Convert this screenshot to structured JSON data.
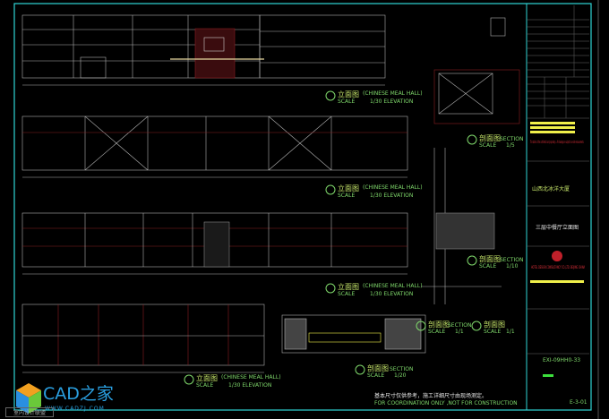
{
  "elevation": {
    "title_cn": "立面图",
    "title_en": "(CHINESE MEAL HALL)",
    "scale": "SCALE",
    "scale_value": "1/30 ELEVATION"
  },
  "section": {
    "title_cn": "剖面图",
    "title_en": "SECTION",
    "scale": "SCALE",
    "scale_values": [
      "1/5",
      "1/10",
      "1/1",
      "1/20"
    ]
  },
  "notes": {
    "cn": "基本尺寸仅供参考，施工详细尺寸由现场测定。",
    "en": "FOR COORDINATION ONLY ,NOT FOR CONSTRUCTION"
  },
  "title_block": {
    "project_name": "山西北冰洋大厦",
    "drawing_name": "三层中餐厅立面图",
    "drawing_no": "E-3-01",
    "job_no": "EXI-09HH0-33",
    "company": "HOTEL DESIGN CONSULTANCY CO.,LTD. BEIJING CHINA",
    "red_notes": "This table is of the confidential and proprietary... All drawings are subject to on-site measurements."
  },
  "watermark": {
    "brand": "CAD之家",
    "url": "WWW.CADZJ.COM",
    "caption": "室内设计联盟"
  },
  "colors": {
    "background": "#000000",
    "frame": "#2fd6d6",
    "lines": "#b0b0b0",
    "accent_red": "#8a1e22",
    "text_green": "#7fd86b",
    "text_yellow": "#f0f04a"
  }
}
